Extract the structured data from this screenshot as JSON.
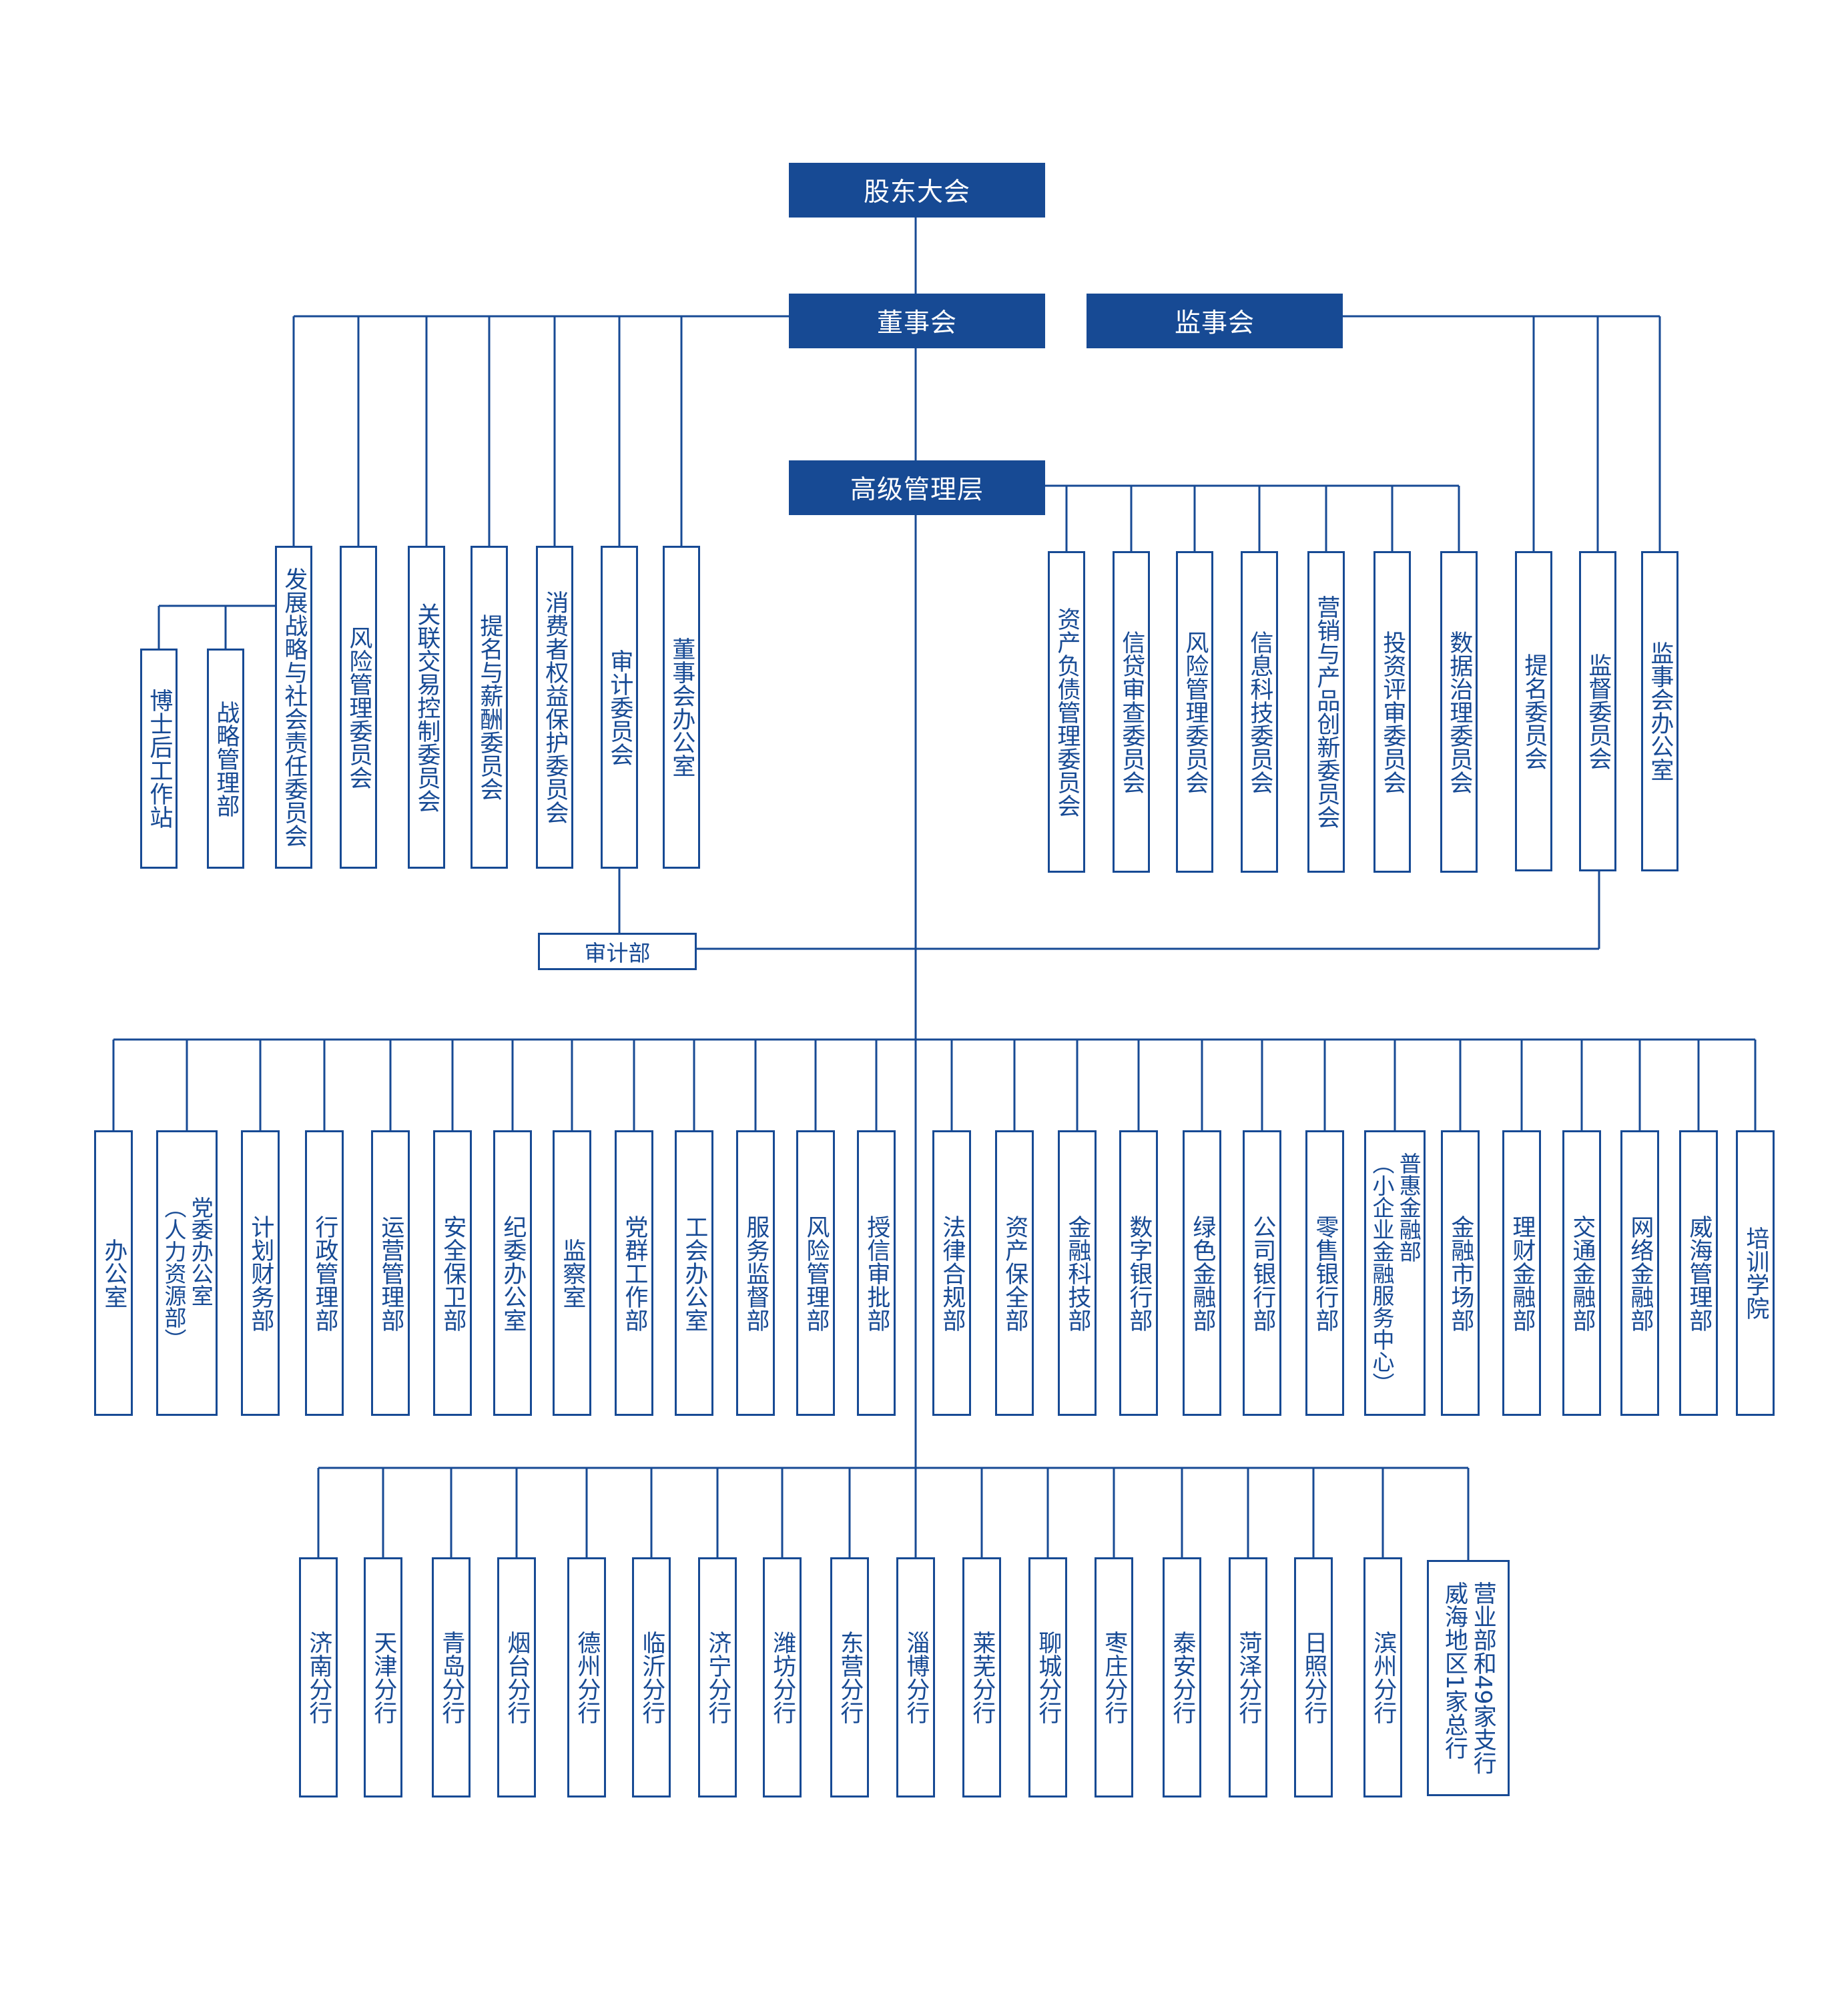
{
  "top_nodes": {
    "shareholders": "股东大会",
    "board": "董事会",
    "supervisory_board": "监事会",
    "senior_management": "高级管理层",
    "audit_department": "审计部"
  },
  "board_committees": [
    "发展战略与社会责任委员会",
    "风险管理委员会",
    "关联交易控制委员会",
    "提名与薪酬委员会",
    "消费者权益保护委员会",
    "审计委员会",
    "董事会办公室"
  ],
  "strategy_subunits": [
    "博士后工作站",
    "战略管理部"
  ],
  "management_committees": [
    "资产负债管理委员会",
    "信贷审查委员会",
    "风险管理委员会",
    "信息科技委员会",
    "营销与产品创新委员会",
    "投资评审委员会",
    "数据治理委员会"
  ],
  "supervisory_committees": [
    "提名委员会",
    "监督委员会",
    "监事会办公室"
  ],
  "departments": [
    "办公室",
    "党委办公室\n（人力资源部）",
    "计划财务部",
    "行政管理部",
    "运营管理部",
    "安全保卫部",
    "纪委办公室",
    "监察室",
    "党群工作部",
    "工会办公室",
    "服务监督部",
    "风险管理部",
    "授信审批部",
    "法律合规部",
    "资产保全部",
    "金融科技部",
    "数字银行部",
    "绿色金融部",
    "公司银行部",
    "零售银行部",
    "普惠金融部\n（小企业金融服务中心）",
    "金融市场部",
    "理财金融部",
    "交通金融部",
    "网络金融部",
    "威海管理部",
    "培训学院"
  ],
  "branches": [
    "济南分行",
    "天津分行",
    "青岛分行",
    "烟台分行",
    "德州分行",
    "临沂分行",
    "济宁分行",
    "潍坊分行",
    "东营分行",
    "淄博分行",
    "莱芜分行",
    "聊城分行",
    "枣庄分行",
    "泰安分行",
    "菏泽分行",
    "日照分行",
    "滨州分行",
    "营业部和49家支行\n威海地区1家总行"
  ],
  "colors": {
    "primary": "#174a94",
    "background": "#ffffff"
  }
}
